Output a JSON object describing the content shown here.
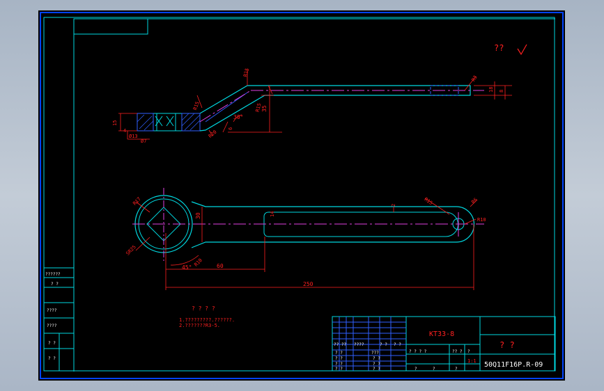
{
  "drawing": {
    "roughness_note": "?? ",
    "part_name": "KT33-8",
    "drawing_number": "50Q11F16P.R-09",
    "company": "?  ?",
    "tech_req_title": "? ? ? ?",
    "tech_req_1": "1.?????????.??????.",
    "tech_req_2": "2.???????R3-5.",
    "scale_label": "?",
    "scale_value": "1:1",
    "mark_blocks": [
      "??",
      "?"
    ]
  },
  "dims": {
    "front": {
      "r15_top": "R15",
      "r15_left": "R15",
      "r15_mid": "R15",
      "r20": "R20",
      "angle": "30°",
      "h35": "35",
      "h6": "6",
      "h15": "15",
      "h4": "4",
      "d13": "Ø13",
      "d7": "Ø7",
      "r3": "R3",
      "h18": "18",
      "h8": "8"
    },
    "top": {
      "r17": "R17",
      "d30": "30",
      "d14": "14",
      "sq25": "SR25",
      "angle45": "45°",
      "r10a": "R10",
      "r15": "R15",
      "r10": "R10",
      "gap2": "2",
      "w60": "60",
      "w250": "250",
      "r6": "R6"
    }
  },
  "left_strip": {
    "cells": [
      "?????? ",
      "?  ?",
      "????",
      "????",
      "?  ?",
      "?  ?"
    ]
  },
  "title_block": {
    "sign_cols": [
      "?? ??",
      "????",
      "? ?",
      "? ?"
    ],
    "rows_left": [
      "? ?",
      "? ?",
      "? ?",
      "? ?"
    ],
    "rows_mid": [
      "???",
      "? ?",
      "? ?",
      "? ?"
    ],
    "bottom_cells": [
      "? ? ? ?",
      "?? ?",
      "?",
      "?",
      "?",
      "?"
    ]
  }
}
